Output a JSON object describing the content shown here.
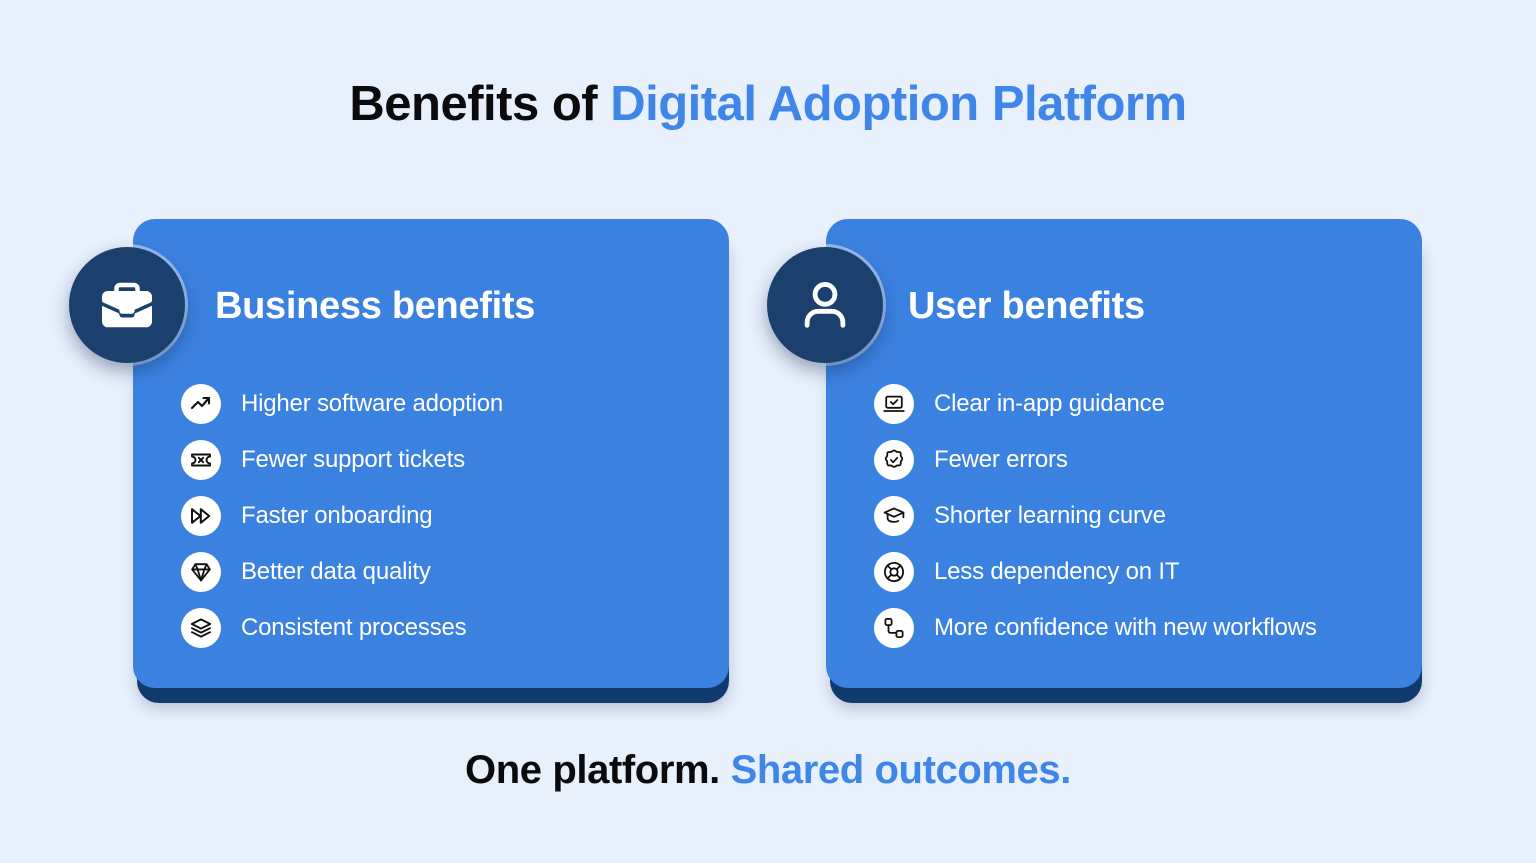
{
  "heading": {
    "lead": "Benefits of ",
    "accent": "Digital Adoption Platform"
  },
  "cards": [
    {
      "id": "business",
      "title": "Business benefits",
      "badge_icon": "briefcase-icon",
      "items": [
        {
          "label": "Higher software adoption",
          "icon": "trending-up-icon"
        },
        {
          "label": "Fewer support tickets",
          "icon": "ticket-x-icon"
        },
        {
          "label": "Faster onboarding",
          "icon": "fast-forward-icon"
        },
        {
          "label": "Better data quality",
          "icon": "gem-icon"
        },
        {
          "label": "Consistent processes",
          "icon": "layers-icon"
        }
      ]
    },
    {
      "id": "user",
      "title": "User benefits",
      "badge_icon": "user-icon",
      "items": [
        {
          "label": "Clear in-app guidance",
          "icon": "laptop-check-icon"
        },
        {
          "label": "Fewer errors",
          "icon": "badge-check-icon"
        },
        {
          "label": "Shorter learning curve",
          "icon": "graduation-cap-icon"
        },
        {
          "label": "Less dependency on IT",
          "icon": "life-buoy-icon"
        },
        {
          "label": "More confidence with new workflows",
          "icon": "workflow-icon"
        }
      ]
    }
  ],
  "tagline": {
    "lead": "One platform. ",
    "accent": "Shared outcomes."
  },
  "colors": {
    "background": "#e8f0fc",
    "card": "#3b82e0",
    "card_shadow": "#123b6d",
    "badge": "#1b406e",
    "accent_text": "#3f86e8",
    "heading_text": "#0b0b0d",
    "card_text": "#ffffff",
    "icon_circle": "#ffffff"
  }
}
